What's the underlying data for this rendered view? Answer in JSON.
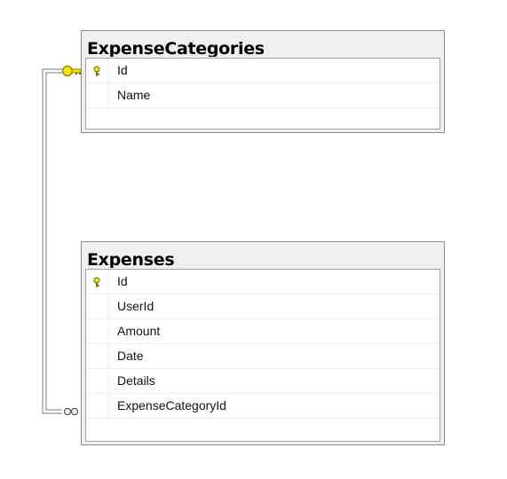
{
  "tables": [
    {
      "name": "ExpenseCategories",
      "columns": [
        {
          "name": "Id",
          "pk": true
        },
        {
          "name": "Name",
          "pk": false
        }
      ]
    },
    {
      "name": "Expenses",
      "columns": [
        {
          "name": "Id",
          "pk": true
        },
        {
          "name": "UserId",
          "pk": false
        },
        {
          "name": "Amount",
          "pk": false
        },
        {
          "name": "Date",
          "pk": false
        },
        {
          "name": "Details",
          "pk": false
        },
        {
          "name": "ExpenseCategoryId",
          "pk": false
        }
      ]
    }
  ],
  "relationship": {
    "from_table": "ExpenseCategories",
    "from_column": "Id",
    "to_table": "Expenses",
    "to_column": "ExpenseCategoryId",
    "from_end": "key-icon",
    "to_end": "infinity-icon",
    "line_color": "#7a7a7a",
    "key_color": "#f2e600"
  }
}
